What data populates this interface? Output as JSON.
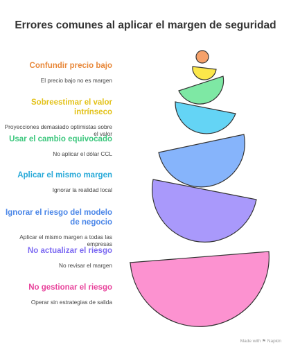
{
  "title": "Errores comunes al aplicar el margen de seguridad",
  "items": [
    {
      "title": "Confundir precio bajo",
      "desc": "El precio bajo no es margen",
      "color": "#e8883a"
    },
    {
      "title": "Sobreestimar el valor intrínseco",
      "desc": "Proyecciones demasiado optimistas sobre el valor",
      "color": "#e3c21a"
    },
    {
      "title": "Usar el cambio equivocado",
      "desc": "No aplicar el dólar CCL",
      "color": "#3cc77d"
    },
    {
      "title": "Aplicar el mismo margen",
      "desc": "Ignorar la realidad local",
      "color": "#27a9d8"
    },
    {
      "title": "Ignorar el riesgo del modelo de negocio",
      "desc": "Aplicar el mismo margen a todas las empresas",
      "color": "#4a86e8"
    },
    {
      "title": "No actualizar el riesgo",
      "desc": "No revisar el margen",
      "color": "#7d6bf2"
    },
    {
      "title": "No gestionar el riesgo",
      "desc": "Operar sin estrategias de salida",
      "color": "#e8449c"
    }
  ],
  "footer": "Made with ⚑ Napkin",
  "shapes": [
    {
      "fill": "#f5a16a"
    },
    {
      "fill": "#fbe74a"
    },
    {
      "fill": "#7ee8a4"
    },
    {
      "fill": "#64d4f5"
    },
    {
      "fill": "#86b4fb"
    },
    {
      "fill": "#a999fb"
    },
    {
      "fill": "#fc92d0"
    }
  ]
}
